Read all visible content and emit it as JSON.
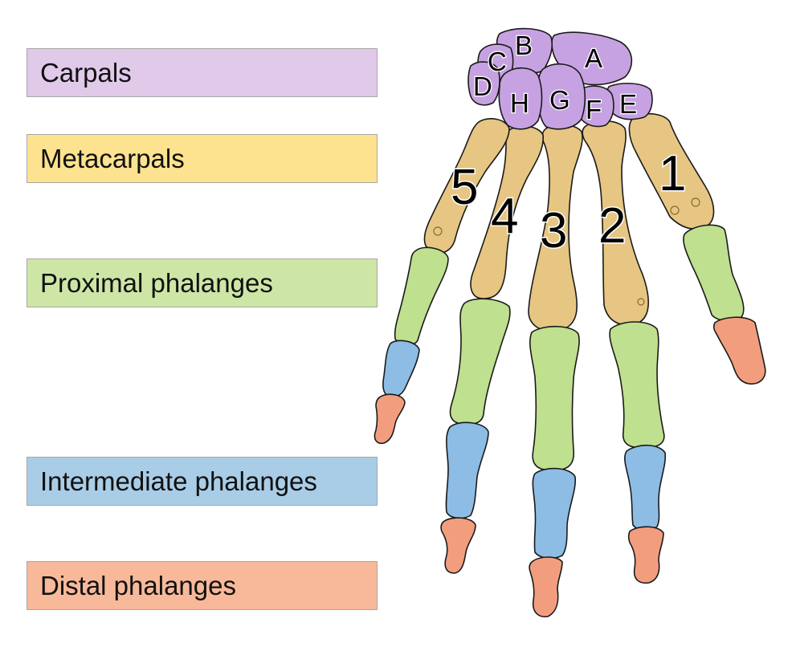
{
  "legend": [
    {
      "label": "Carpals",
      "color": "#e1c9ea"
    },
    {
      "label": "Metacarpals",
      "color": "#fde28f"
    },
    {
      "label": "Proximal phalanges",
      "color": "#cde6a6"
    },
    {
      "label": "Intermediate phalanges",
      "color": "#a9cde7"
    },
    {
      "label": "Distal phalanges",
      "color": "#f7b99a"
    }
  ],
  "bone_colors": {
    "carpal": "#c7a2e2",
    "metacarpal": "#e6c682",
    "proximal": "#bfe08e",
    "intermediate": "#8dbde5",
    "distal": "#f29e7e"
  },
  "carpal_letters": [
    "A",
    "B",
    "C",
    "D",
    "E",
    "F",
    "G",
    "H"
  ],
  "metacarpal_numbers": [
    "1",
    "2",
    "3",
    "4",
    "5"
  ]
}
